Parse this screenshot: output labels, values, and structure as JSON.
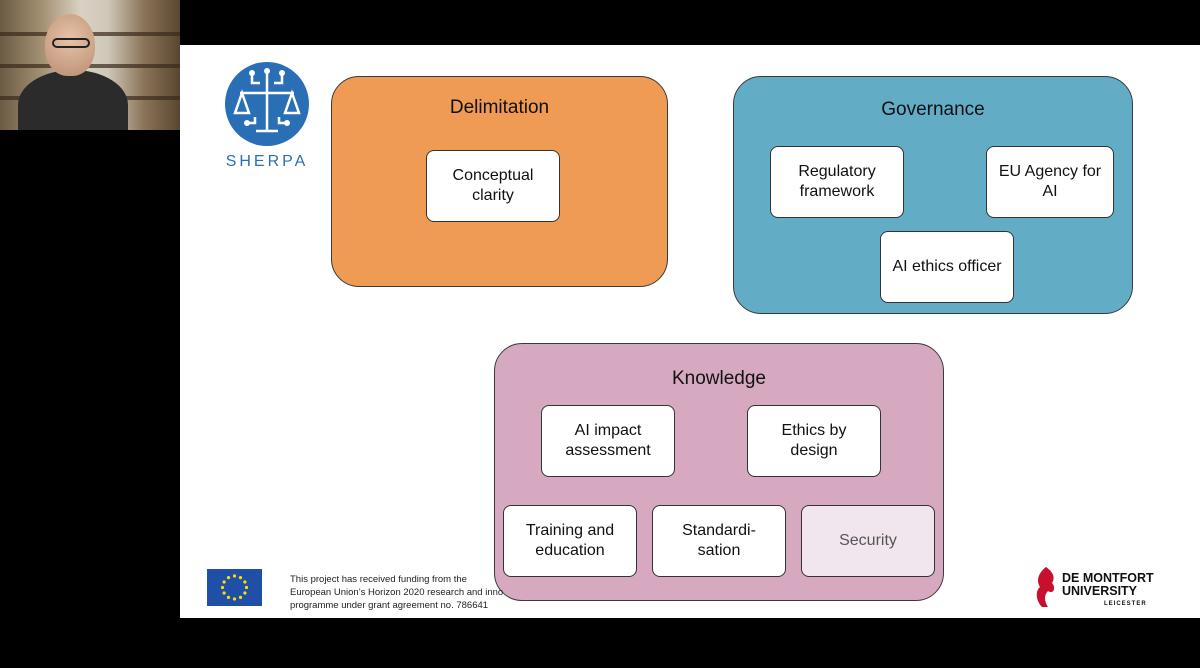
{
  "logo": {
    "text": "SHERPA",
    "color": "#2a6fb6"
  },
  "groups": {
    "delimitation": {
      "title": "Delimitation",
      "color": "#f09b53",
      "items": [
        "Conceptual clarity"
      ]
    },
    "governance": {
      "title": "Governance",
      "color": "#62acc6",
      "items": [
        "Regulatory framework",
        "EU Agency for AI",
        "AI ethics officer"
      ]
    },
    "knowledge": {
      "title": "Knowledge",
      "color": "#d6a9c1",
      "items": [
        "AI impact assessment",
        "Ethics by design",
        "Training and education",
        "Standardi-sation",
        "Security"
      ]
    }
  },
  "footer": {
    "funding_text": "This project has received funding from the\nEuropean Union’s Horizon 2020 research and inno\nprogramme  under grant agreement no. 786641",
    "university_line1": "DE MONTFORT",
    "university_line2": "UNIVERSITY",
    "university_line3": "LEICESTER",
    "university_color": "#c8102e"
  }
}
